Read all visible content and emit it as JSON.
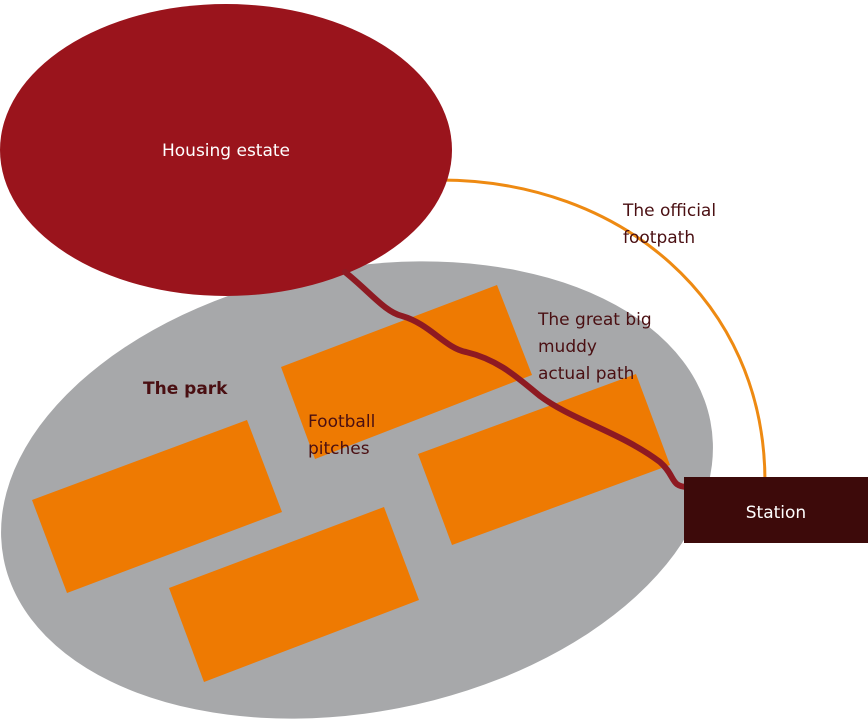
{
  "labels": {
    "housing": "Housing estate",
    "official_1": "The official",
    "official_2": "footpath",
    "muddy_1": "The great big",
    "muddy_2": "muddy",
    "muddy_3": "actual path",
    "park": "The park",
    "football_1": "Football",
    "football_2": "pitches",
    "station": "Station"
  },
  "colors": {
    "housing": "#9a141c",
    "park": "#a7a8aa",
    "pitch": "#ee7a02",
    "station": "#3d0a0a",
    "official_path": "#ee8a12",
    "muddy_path": "#8e1a22",
    "text_dark": "#4a0f12"
  }
}
